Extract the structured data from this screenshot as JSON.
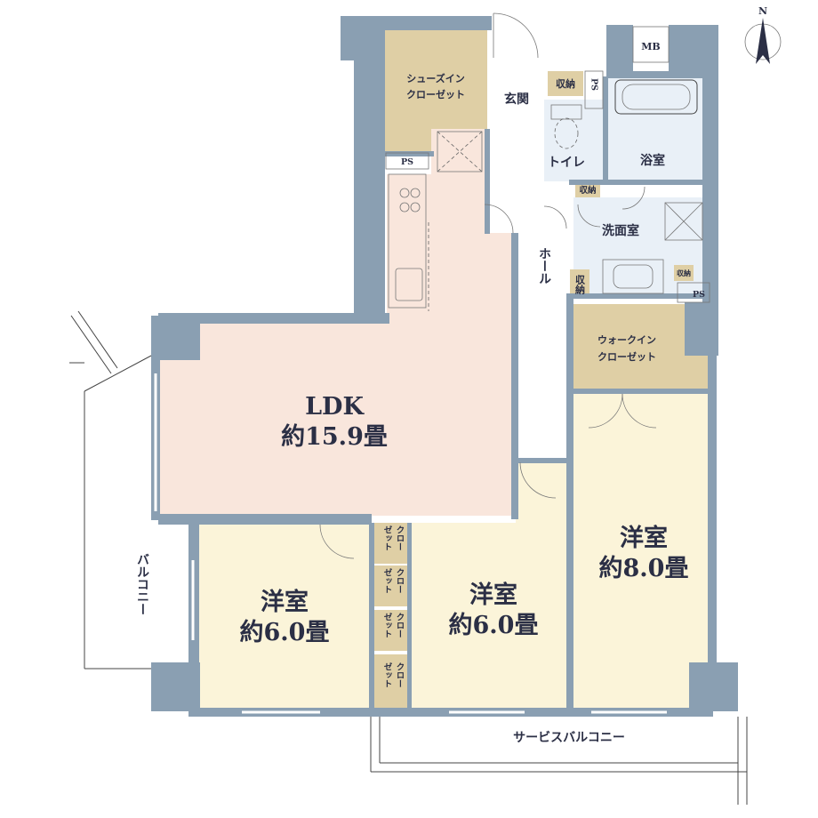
{
  "rooms": {
    "ldk": {
      "name": "LDK",
      "size": "約15.9畳"
    },
    "west_bedroom": {
      "name": "洋室",
      "size": "約6.0畳"
    },
    "center_bedroom": {
      "name": "洋室",
      "size": "約6.0畳"
    },
    "east_bedroom": {
      "name": "洋室",
      "size": "約8.0畳"
    },
    "shoes_in_closet": {
      "line1": "シューズイン",
      "line2": "クローゼット"
    },
    "walk_in_closet": {
      "line1": "ウォークイン",
      "line2": "クローゼット"
    },
    "entrance": "玄関",
    "storage": "収納",
    "toilet": "トイレ",
    "bathroom": "浴室",
    "washroom": "洗面室",
    "hall": "ホール",
    "meter_box": "MB",
    "pipe_space": "PS",
    "closet_line1": "クロー",
    "closet_line2": "ゼット",
    "balcony": "バルコニー",
    "service_balcony": "サービスバルコニー"
  },
  "compass": {
    "label": "N"
  },
  "colors": {
    "ldk": "#f9e6dc",
    "bedroom": "#fbf4d9",
    "closet": "#dfcfa5",
    "wet_area": "#e9f0f7",
    "corridor": "#ffffff",
    "wall": "#8a9fb2",
    "text": "#2b2f45"
  }
}
